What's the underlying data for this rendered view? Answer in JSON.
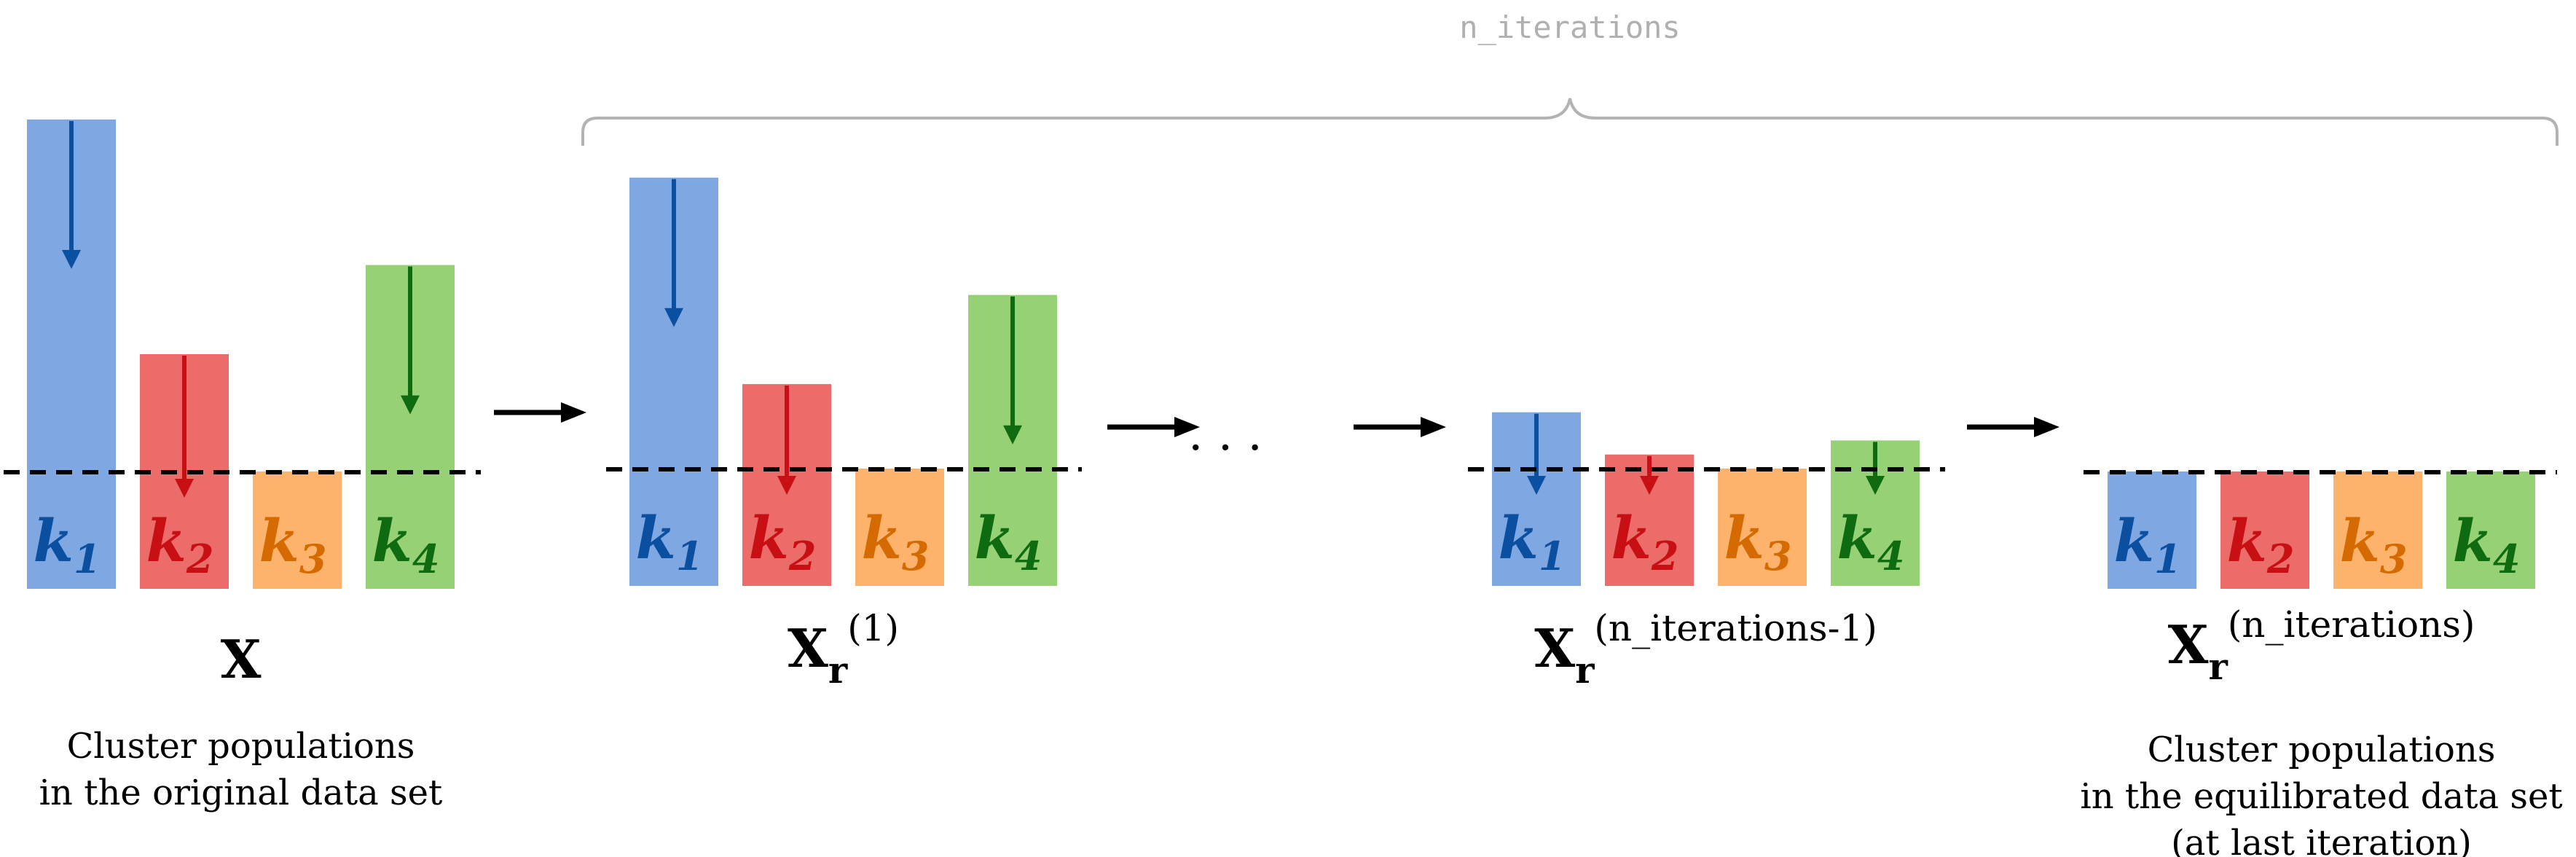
{
  "colors": {
    "blue_fill": "#7fa8e2",
    "blue_ink": "#0b4fa0",
    "red_fill": "#ec6c6a",
    "red_ink": "#c80f14",
    "orange_fill": "#fdb36b",
    "orange_ink": "#d56a00",
    "green_fill": "#97d176",
    "green_ink": "#0f6b0f",
    "brace": "#b3b3b3",
    "annotation_text": "#b0b0b0",
    "ink": "#000000"
  },
  "brace_label": "n_iterations",
  "ellipsis": "· · ·",
  "cluster_labels": [
    {
      "base": "k",
      "sub": "1"
    },
    {
      "base": "k",
      "sub": "2"
    },
    {
      "base": "k",
      "sub": "3"
    },
    {
      "base": "k",
      "sub": "4"
    }
  ],
  "stages": [
    {
      "title_base": "X",
      "title_sub": "",
      "title_sup": "",
      "caption": [
        "Cluster populations",
        "in the original data set"
      ],
      "populations": [
        1.0,
        0.5,
        0.25,
        0.69
      ]
    },
    {
      "title_base": "X",
      "title_sub": "r",
      "title_sup": "(1)",
      "caption": [],
      "populations": [
        0.87,
        0.43,
        0.25,
        0.62
      ]
    },
    {
      "title_base": "X",
      "title_sub": "r",
      "title_sup": "(n_iterations-1)",
      "caption": [],
      "populations": [
        0.37,
        0.28,
        0.25,
        0.31
      ]
    },
    {
      "title_base": "X",
      "title_sub": "r",
      "title_sup": "(n_iterations)",
      "caption": [
        "Cluster populations",
        "in the equilibrated data set",
        "(at last iteration)"
      ],
      "populations": [
        0.25,
        0.25,
        0.25,
        0.25
      ]
    }
  ]
}
